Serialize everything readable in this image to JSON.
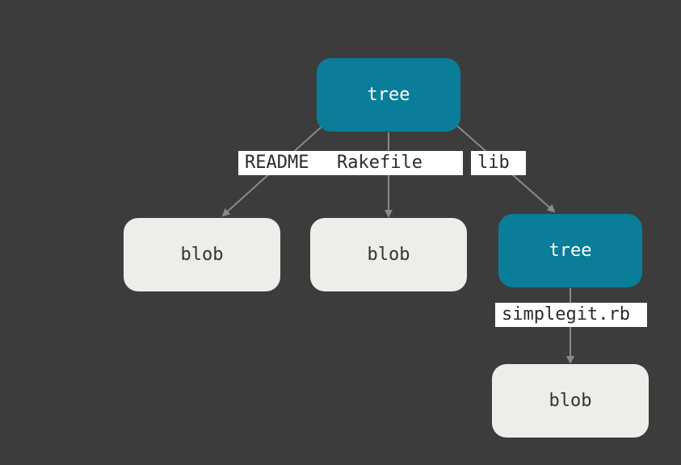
{
  "nodes": {
    "root_tree": "tree",
    "blob_readme": "blob",
    "blob_rakefile": "blob",
    "sub_tree": "tree",
    "blob_simplegit": "blob"
  },
  "edges": {
    "readme": "README",
    "rakefile": "Rakefile",
    "lib": "lib",
    "simplegit": "simplegit.rb"
  },
  "colors": {
    "background": "#3c3c3c",
    "tree_node": "#0a7e99",
    "blob_node": "#ededea",
    "edge": "#8a8a8a"
  }
}
